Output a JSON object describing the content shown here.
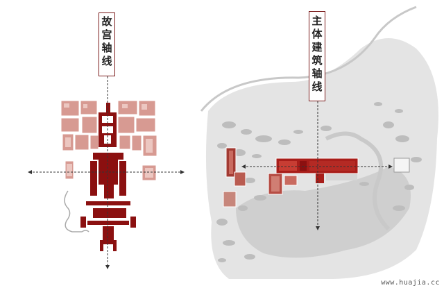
{
  "left_label": [
    "故",
    "宫",
    "轴",
    "线"
  ],
  "right_label": [
    "主",
    "体",
    "建",
    "筑",
    "轴",
    "线"
  ],
  "watermark": "www.huajia.cc",
  "colors": {
    "dark_red": "#8b1010",
    "pink": "#d79a92",
    "axis": "#444444",
    "site_grey": "#dcdcdc"
  }
}
